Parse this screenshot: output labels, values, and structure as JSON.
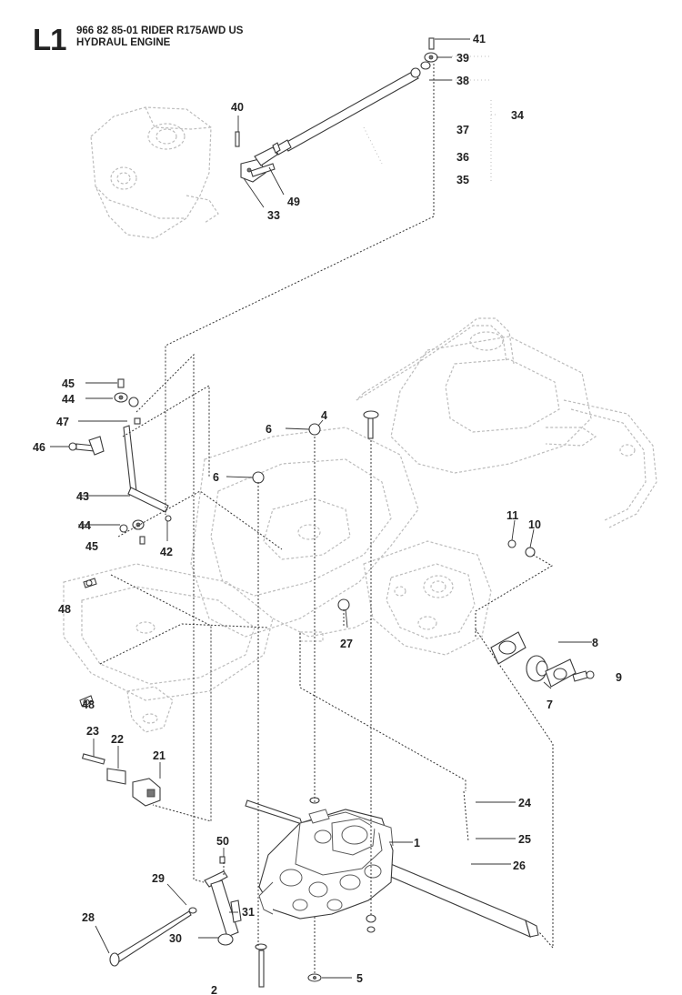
{
  "header": {
    "page_code": "L1",
    "title_line1": "966 82 85-01 RIDER R175AWD US",
    "title_line2": "HYDRAUL ENGINE"
  },
  "callouts": {
    "c1": "1",
    "c2": "2",
    "c4": "4",
    "c5": "5",
    "c6a": "6",
    "c6b": "6",
    "c7": "7",
    "c8": "8",
    "c9": "9",
    "c10": "10",
    "c11": "11",
    "c21": "21",
    "c22": "22",
    "c23": "23",
    "c24": "24",
    "c25": "25",
    "c26": "26",
    "c27": "27",
    "c28": "28",
    "c29": "29",
    "c30": "30",
    "c31": "31",
    "c33": "33",
    "c34": "34",
    "c35": "35",
    "c36": "36",
    "c37": "37",
    "c38": "38",
    "c39": "39",
    "c40": "40",
    "c41": "41",
    "c42": "42",
    "c43": "43",
    "c44a": "44",
    "c44b": "44",
    "c45a": "45",
    "c45b": "45",
    "c46": "46",
    "c47": "47",
    "c48a": "48",
    "c48b": "48",
    "c49": "49",
    "c50": "50"
  }
}
